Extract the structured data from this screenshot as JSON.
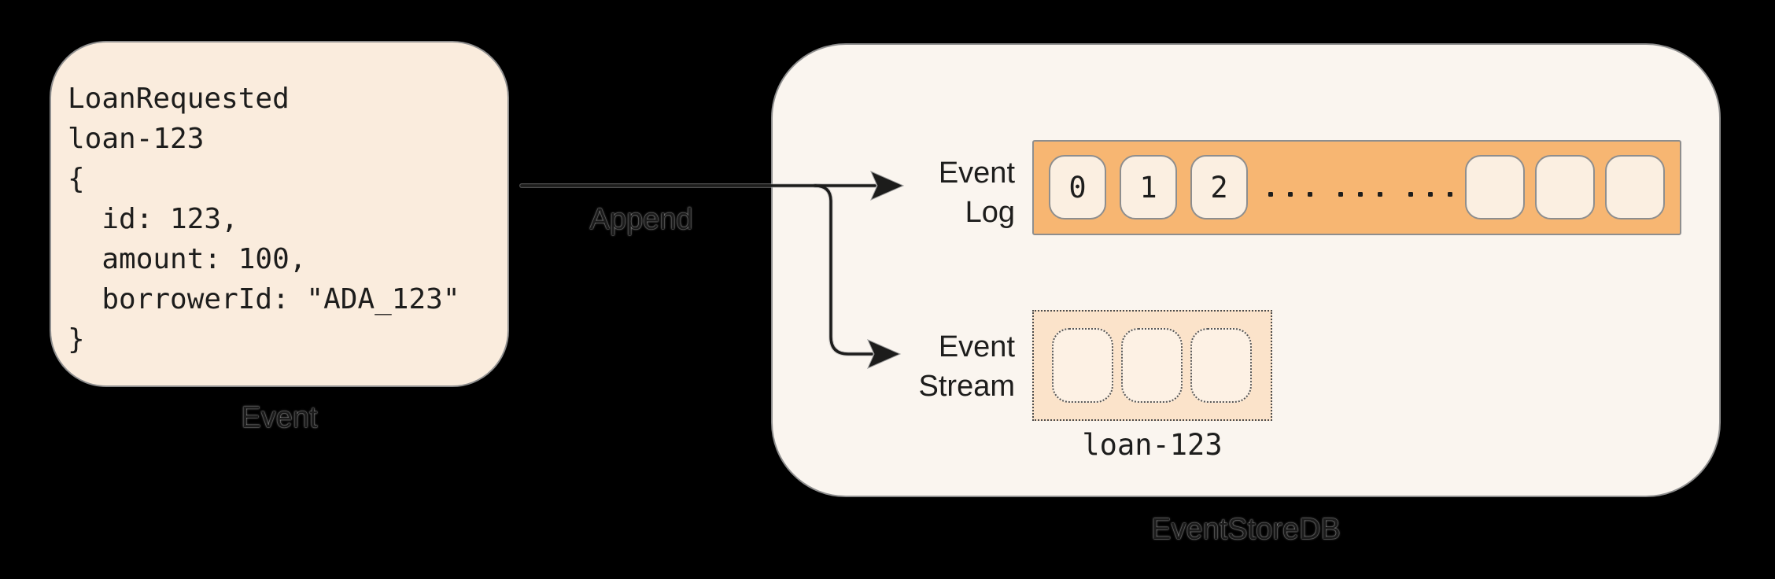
{
  "colors": {
    "background": "#000000",
    "ink": "#1d1d1c",
    "border_gray": "#8e8e8e",
    "card_fill": "#faecdd",
    "db_fill": "#faf5ef",
    "log_bar_fill": "#f7b672",
    "log_cell_fill": "#fbefe1",
    "stream_fill": "#fbe3ca",
    "stream_cell_fill": "#fdf1e4"
  },
  "event_card": {
    "code": "LoanRequested\nloan-123\n{\n  id: 123,\n  amount: 100,\n  borrowerId: \"ADA_123\"\n}",
    "caption": "Event"
  },
  "append_arrow": {
    "label": "Append"
  },
  "eventstore": {
    "caption": "EventStoreDB",
    "event_log": {
      "label_line1": "Event",
      "label_line2": "Log",
      "numbered_cells": [
        "0",
        "1",
        "2"
      ],
      "ellipsis": "... ... ...",
      "empty_cell_count": 3
    },
    "event_stream": {
      "label_line1": "Event",
      "label_line2": "Stream",
      "empty_cell_count": 3,
      "stream_name": "loan-123"
    }
  }
}
